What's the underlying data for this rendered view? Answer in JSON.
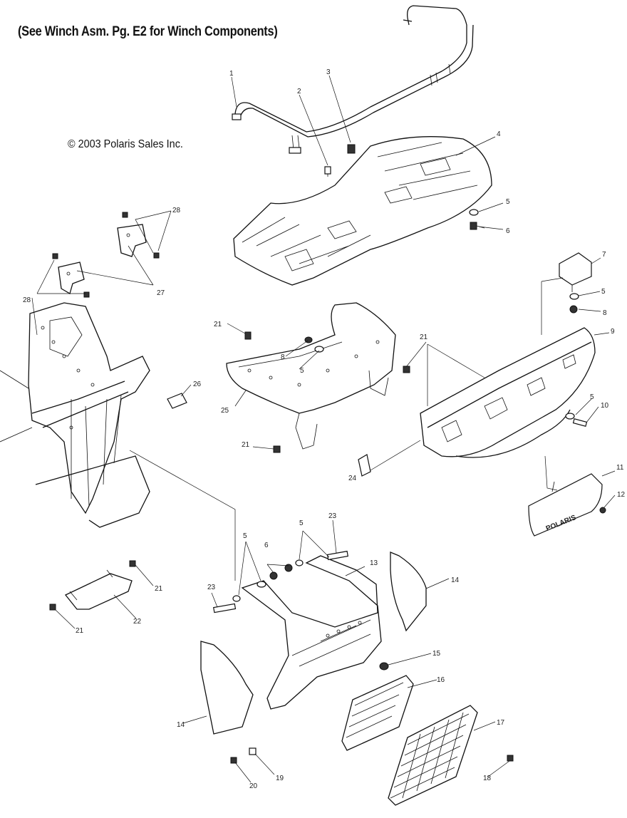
{
  "header": {
    "title": "(See Winch Asm. Pg. E2 for Winch Components)"
  },
  "copyright": "© 2003 Polaris Sales Inc.",
  "callouts": {
    "c1": "1",
    "c2": "2",
    "c3": "3",
    "c4": "4",
    "c5a": "5",
    "c6a": "6",
    "c7": "7",
    "c5b": "5",
    "c8a": "8",
    "c9": "9",
    "c5c": "5",
    "c10": "10",
    "c11": "11",
    "c12": "12",
    "c28a": "28",
    "c28b": "28",
    "c27": "27",
    "c21a": "21",
    "c8b": "8",
    "c5d": "5",
    "c21b": "21",
    "c26": "26",
    "c25": "25",
    "c21c": "21",
    "c24": "24",
    "c23a": "23",
    "c5e": "5",
    "c6b": "6",
    "c5f": "5",
    "c13": "13",
    "c14a": "14",
    "c23b": "23",
    "c21d": "21",
    "c22": "22",
    "c21e": "21",
    "c15": "15",
    "c16": "16",
    "c14b": "14",
    "c17": "17",
    "c18": "18",
    "c19": "19",
    "c20": "20"
  },
  "bumper_logo": "POLARIS"
}
